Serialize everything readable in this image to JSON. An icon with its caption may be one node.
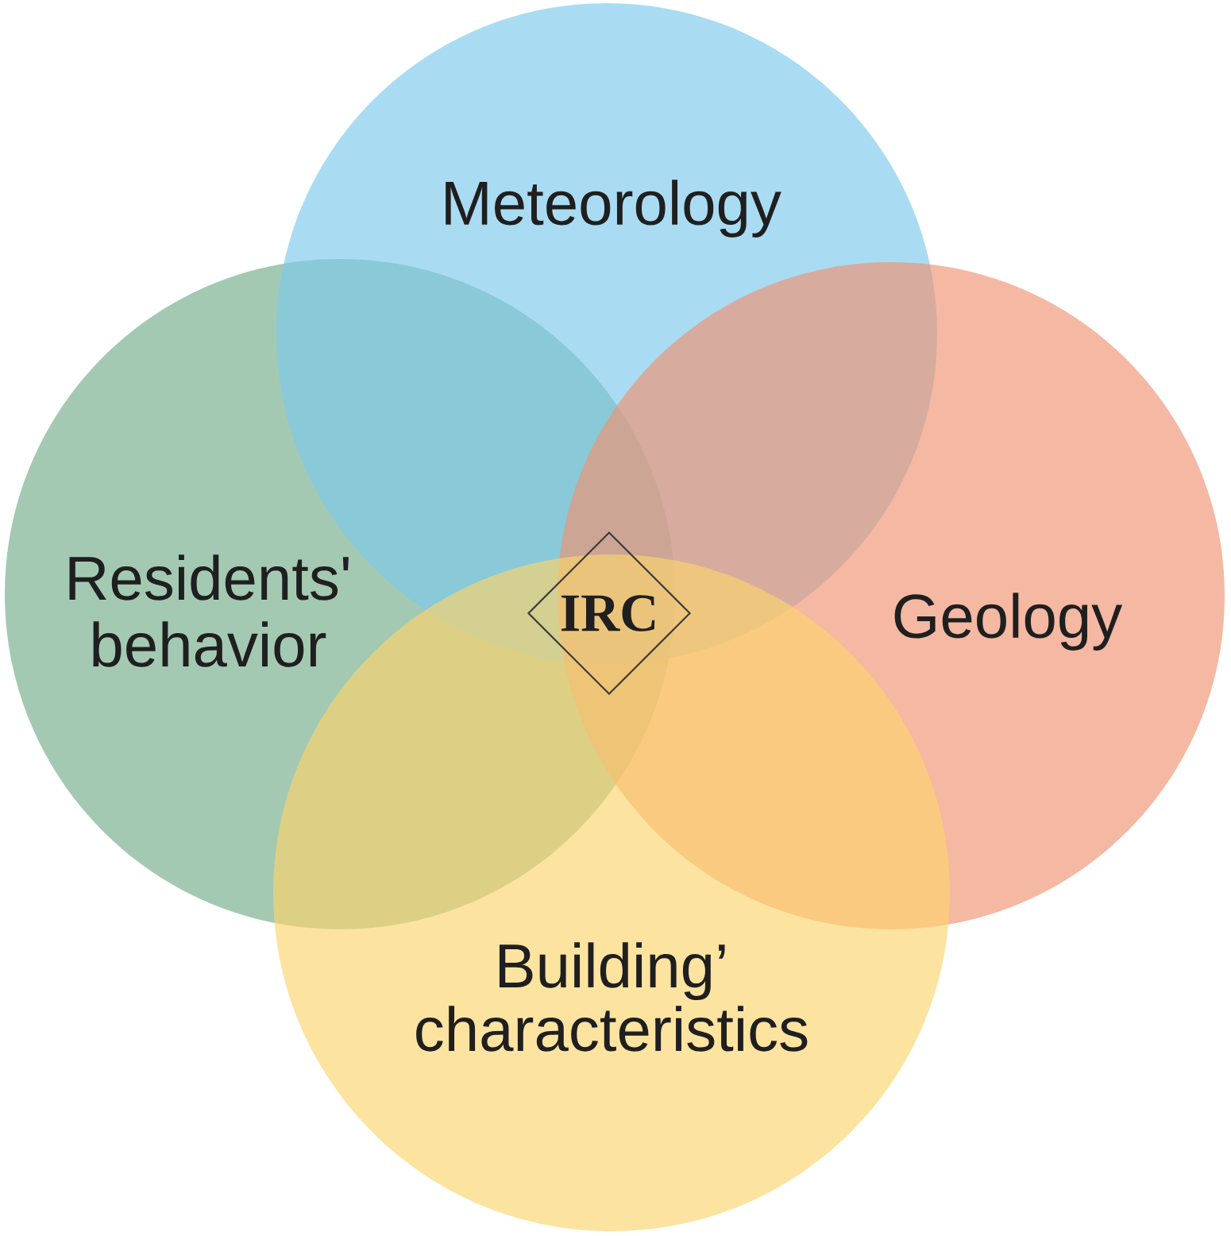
{
  "diagram": {
    "nodes": [
      {
        "text": [
          "Meteorology"
        ]
      },
      {
        "text": [
          "Residents' behavior"
        ]
      },
      {
        "text": [
          "IRC"
        ]
      },
      {
        "text": [
          "Geology"
        ]
      },
      {
        "text": [
          "Building’ characteristics"
        ]
      }
    ]
  }
}
